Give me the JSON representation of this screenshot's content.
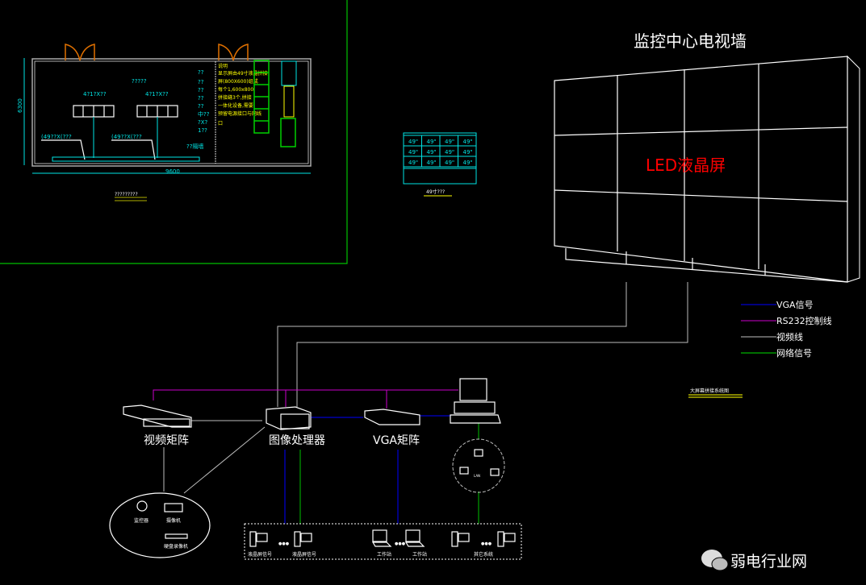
{
  "floor_plan": {
    "dimension_height": "6300",
    "dimension_width": "9600",
    "console_label_1": "4?1?X??",
    "console_label_2": "4?1?X??",
    "area_label": "?????",
    "desk_label_1": "(49??X(???",
    "desk_label_2": "(49??X(???",
    "partition_label": "??隔墙",
    "side_notes": [
      "??",
      "??",
      "??",
      "??",
      "??",
      "中??",
      "?X?",
      "1??"
    ],
    "yellow_notes": [
      "说明",
      "显示屏由49寸液晶拼接",
      "屏(800X600)组成",
      "每个1,600x800",
      "拼接缝3个,拼接",
      "一体化设备,需要",
      "预留电源接口与网线",
      "口"
    ],
    "title": "?????????"
  },
  "wall_grid": {
    "cells": [
      "49\"",
      "49\"",
      "49\"",
      "49\"",
      "49\"",
      "49\"",
      "49\"",
      "49\"",
      "49\"",
      "49\"",
      "49\"",
      "49\""
    ],
    "title": "49寸???"
  },
  "video_wall": {
    "title": "监控中心电视墙",
    "screen_label": "LED液晶屏",
    "label_color": "#ff0000"
  },
  "legend": {
    "items": [
      {
        "label": "VGA信号",
        "color": "#0000ff"
      },
      {
        "label": "RS232控制线",
        "color": "#cc00cc"
      },
      {
        "label": "视频线",
        "color": "#c0c0c0"
      },
      {
        "label": "网络信号",
        "color": "#00e000"
      }
    ],
    "caption": "大屏幕拼接系统图"
  },
  "devices": {
    "video_matrix": "视频矩阵",
    "image_processor": "图像处理器",
    "vga_matrix": "VGA矩阵",
    "dome_camera": "监控器",
    "camera": "摄像机",
    "dvr": "硬盘录像机",
    "lan": "LAN"
  },
  "terminals": {
    "lcd_1": "液晶屏信号",
    "lcd_2": "液晶屏信号",
    "ws_1": "工作站",
    "ws_2": "工作站",
    "other": "其它系统",
    "dots": "●●●"
  },
  "watermark": {
    "text": "弱电行业网"
  }
}
